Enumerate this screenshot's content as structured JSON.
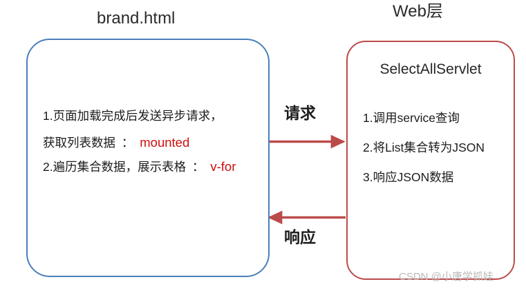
{
  "diagram": {
    "background_color": "#ffffff",
    "client_panel": {
      "title": "brand.html",
      "border_color": "#4a7ebb",
      "lines": [
        {
          "text": "1.页面加载完成后发送异步请求，"
        },
        {
          "text": "获取列表数据",
          "separator": "：",
          "keyword": "mounted"
        },
        {
          "text": "2.遍历集合数据，展示表格",
          "separator": "：",
          "keyword": "v-for"
        }
      ],
      "keyword_color": "#cf0d0d"
    },
    "web_panel": {
      "title": "Web层",
      "heading": "SelectAllServlet",
      "border_color": "#bb4b49",
      "lines": [
        "1.调用service查询",
        "2.将List集合转为JSON",
        "3.响应JSON数据"
      ]
    },
    "arrows": [
      {
        "label": "请求",
        "direction": "right",
        "color": "#bb4b49"
      },
      {
        "label": "响应",
        "direction": "left",
        "color": "#bb4b49"
      }
    ],
    "watermark": "CSDN @小唐学抓娃"
  }
}
